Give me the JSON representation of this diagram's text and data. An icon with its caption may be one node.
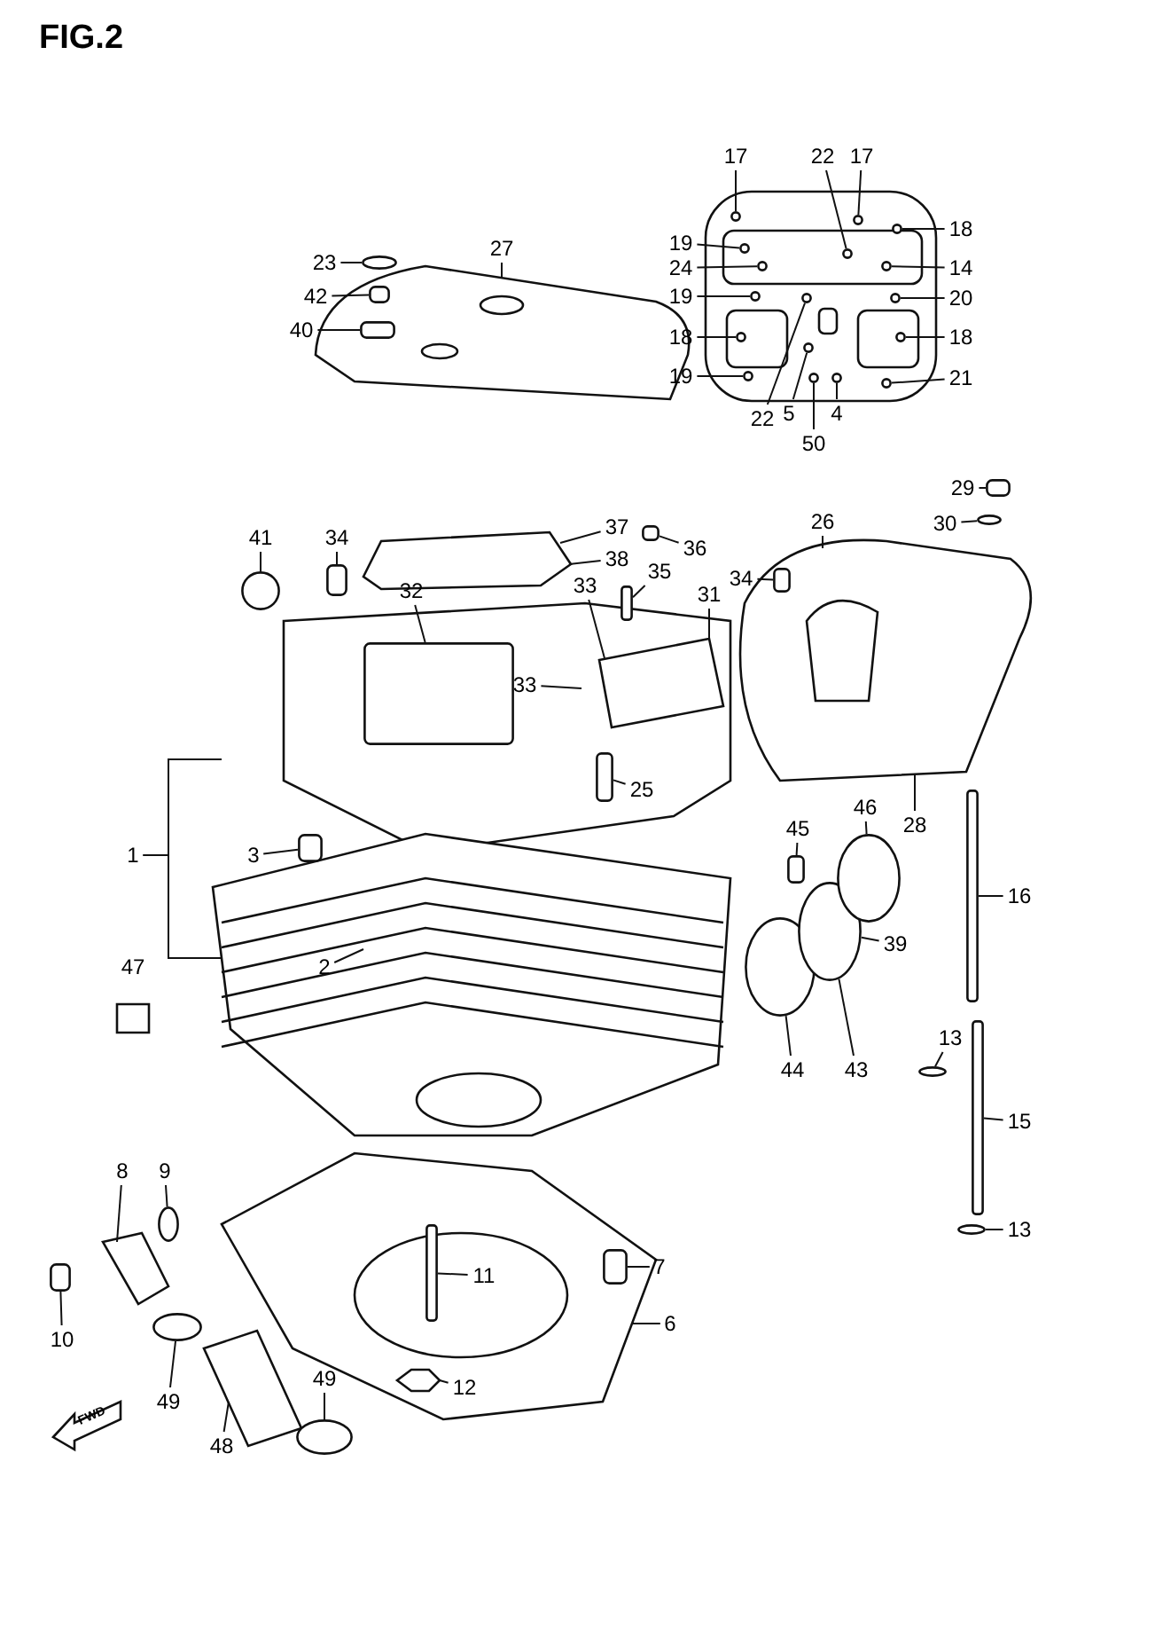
{
  "diagram": {
    "title": "FIG.2",
    "nodes": [
      {
        "text": [
          "23"
        ]
      },
      {
        "text": [
          "42"
        ]
      },
      {
        "text": [
          "40"
        ]
      },
      {
        "text": [
          "27"
        ]
      },
      {
        "text": [
          "17"
        ]
      },
      {
        "text": [
          "22"
        ]
      },
      {
        "text": [
          "17"
        ]
      },
      {
        "text": [
          "19"
        ]
      },
      {
        "text": [
          "18"
        ]
      },
      {
        "text": [
          "24"
        ]
      },
      {
        "text": [
          "14"
        ]
      },
      {
        "text": [
          "19"
        ]
      },
      {
        "text": [
          "20"
        ]
      },
      {
        "text": [
          "18"
        ]
      },
      {
        "text": [
          "18"
        ]
      },
      {
        "text": [
          "19"
        ]
      },
      {
        "text": [
          "21"
        ]
      },
      {
        "text": [
          "22"
        ]
      },
      {
        "text": [
          "5"
        ]
      },
      {
        "text": [
          "50"
        ]
      },
      {
        "text": [
          "4"
        ]
      },
      {
        "text": [
          "29"
        ]
      },
      {
        "text": [
          "26"
        ]
      },
      {
        "text": [
          "30"
        ]
      },
      {
        "text": [
          "41"
        ]
      },
      {
        "text": [
          "37"
        ]
      },
      {
        "text": [
          "36"
        ]
      },
      {
        "text": [
          "38"
        ]
      },
      {
        "text": [
          "35"
        ]
      },
      {
        "text": [
          "34"
        ]
      },
      {
        "text": [
          "34"
        ]
      },
      {
        "text": [
          "32"
        ]
      },
      {
        "text": [
          "33"
        ]
      },
      {
        "text": [
          "31"
        ]
      },
      {
        "text": [
          "33"
        ]
      },
      {
        "text": [
          "25"
        ]
      },
      {
        "text": [
          "28"
        ]
      },
      {
        "text": [
          "45"
        ]
      },
      {
        "text": [
          "46"
        ]
      },
      {
        "text": [
          "1"
        ]
      },
      {
        "text": [
          "3"
        ]
      },
      {
        "text": [
          "16"
        ]
      },
      {
        "text": [
          "39"
        ]
      },
      {
        "text": [
          "2"
        ],
        "in": 92
      },
      {
        "text": [
          "47"
        ]
      },
      {
        "text": [
          "13"
        ]
      },
      {
        "text": [
          "44"
        ]
      },
      {
        "text": [
          "43"
        ]
      },
      {
        "text": [
          "15"
        ]
      },
      {
        "text": [
          "8"
        ]
      },
      {
        "text": [
          "9"
        ]
      },
      {
        "text": [
          "13"
        ]
      },
      {
        "text": [
          "7"
        ]
      },
      {
        "text": [
          "11"
        ],
        "in": 106
      },
      {
        "text": [
          "10"
        ]
      },
      {
        "text": [
          "6"
        ]
      },
      {
        "text": [
          "49"
        ]
      },
      {
        "text": [
          "12"
        ],
        "in": 106
      },
      {
        "text": [
          "49"
        ]
      },
      {
        "text": [
          "48"
        ]
      },
      {
        "text": [],
        "shape": "circle"
      },
      {
        "text": [],
        "shape": "box",
        "in": 63
      },
      {
        "text": [],
        "shape": "box",
        "in": 63
      },
      {
        "text": [],
        "shape": "picture"
      },
      {
        "text": [],
        "shape": "circle"
      },
      {
        "text": [],
        "shape": "circle"
      },
      {
        "text": [],
        "shape": "circle"
      },
      {
        "text": [],
        "shape": "circle"
      },
      {
        "text": [],
        "shape": "circle"
      },
      {
        "text": [],
        "shape": "circle"
      },
      {
        "text": [],
        "shape": "circle"
      },
      {
        "text": [],
        "shape": "circle"
      },
      {
        "text": [],
        "shape": "circle"
      },
      {
        "text": [],
        "shape": "circle"
      },
      {
        "text": [],
        "shape": "circle"
      },
      {
        "text": [],
        "shape": "circle"
      },
      {
        "text": [],
        "shape": "circle"
      },
      {
        "text": [],
        "shape": "circle"
      },
      {
        "text": [],
        "shape": "circle"
      },
      {
        "text": [],
        "shape": "circle"
      },
      {
        "text": [],
        "shape": "circle"
      },
      {
        "text": [],
        "shape": "box"
      },
      {
        "text": [],
        "shape": "picture"
      },
      {
        "text": [],
        "shape": "circle"
      },
      {
        "text": [],
        "shape": "circle"
      },
      {
        "text": [],
        "shape": "picture"
      },
      {
        "text": [],
        "shape": "box"
      },
      {
        "text": [],
        "shape": "box"
      },
      {
        "text": [],
        "shape": "box"
      },
      {
        "text": [],
        "shape": "box",
        "in": 82
      },
      {
        "text": [],
        "shape": "box"
      },
      {
        "text": [],
        "shape": "picture"
      },
      {
        "text": [],
        "shape": "picture"
      },
      {
        "text": [],
        "shape": "box",
        "in": 92
      },
      {
        "text": [],
        "shape": "box"
      },
      {
        "text": [],
        "shape": "box"
      },
      {
        "text": [],
        "shape": "box"
      },
      {
        "text": [],
        "shape": "circle"
      },
      {
        "text": [],
        "shape": "circle"
      },
      {
        "text": [],
        "shape": "box"
      },
      {
        "text": [],
        "shape": "circle"
      },
      {
        "text": [],
        "shape": "circle"
      },
      {
        "text": [],
        "shape": "circle"
      },
      {
        "text": [],
        "shape": "picture"
      },
      {
        "text": [],
        "shape": "circle"
      },
      {
        "text": [],
        "shape": "box"
      },
      {
        "text": [],
        "shape": "picture"
      },
      {
        "text": [],
        "shape": "box",
        "in": 106
      },
      {
        "text": [],
        "shape": "box",
        "in": 106
      },
      {
        "text": [],
        "shape": "picture",
        "in": 106
      },
      {
        "text": [],
        "shape": "circle"
      },
      {
        "text": [],
        "shape": "picture"
      },
      {
        "text": [],
        "shape": "circle"
      }
    ],
    "edges": [
      {
        "from": 0,
        "to": 60,
        "arrow": "none"
      },
      {
        "from": 1,
        "to": 61,
        "arrow": "none"
      },
      {
        "from": 2,
        "to": 62,
        "arrow": "none"
      },
      {
        "from": 3,
        "to": 63,
        "arrow": "none"
      },
      {
        "from": 4,
        "to": 64,
        "arrow": "none"
      },
      {
        "from": 5,
        "to": 65,
        "arrow": "none"
      },
      {
        "from": 6,
        "to": 66,
        "arrow": "none"
      },
      {
        "from": 7,
        "to": 67,
        "arrow": "none"
      },
      {
        "from": 8,
        "to": 68,
        "arrow": "none"
      },
      {
        "from": 9,
        "to": 69,
        "arrow": "none"
      },
      {
        "from": 10,
        "to": 70,
        "arrow": "none"
      },
      {
        "from": 11,
        "to": 71,
        "arrow": "none"
      },
      {
        "from": 12,
        "to": 72,
        "arrow": "none"
      },
      {
        "from": 13,
        "to": 73,
        "arrow": "none"
      },
      {
        "from": 14,
        "to": 74,
        "arrow": "none"
      },
      {
        "from": 15,
        "to": 75,
        "arrow": "none"
      },
      {
        "from": 16,
        "to": 76,
        "arrow": "none"
      },
      {
        "from": 17,
        "to": 77,
        "arrow": "none"
      },
      {
        "from": 18,
        "to": 78,
        "arrow": "none"
      },
      {
        "from": 19,
        "to": 79,
        "arrow": "none"
      },
      {
        "from": 20,
        "to": 80,
        "arrow": "none"
      },
      {
        "from": 21,
        "to": 81,
        "arrow": "none"
      },
      {
        "from": 22,
        "to": 82,
        "arrow": "none"
      },
      {
        "from": 23,
        "to": 83,
        "arrow": "none"
      },
      {
        "from": 24,
        "to": 84,
        "arrow": "none"
      },
      {
        "from": 25,
        "to": 85,
        "arrow": "none"
      },
      {
        "from": 26,
        "to": 86,
        "arrow": "none"
      },
      {
        "from": 27,
        "to": 85,
        "arrow": "none"
      },
      {
        "from": 28,
        "to": 87,
        "arrow": "none"
      },
      {
        "from": 29,
        "to": 88,
        "arrow": "none"
      },
      {
        "from": 30,
        "to": 89,
        "arrow": "none"
      },
      {
        "from": 31,
        "to": 90,
        "arrow": "none"
      },
      {
        "from": 32,
        "to": 91,
        "arrow": "none"
      },
      {
        "from": 33,
        "to": 91,
        "arrow": "none"
      },
      {
        "from": 34,
        "to": 92,
        "arrow": "none"
      },
      {
        "from": 35,
        "to": 94,
        "arrow": "none"
      },
      {
        "from": 36,
        "to": 82,
        "arrow": "none"
      },
      {
        "from": 37,
        "to": 99,
        "arrow": "none"
      },
      {
        "from": 38,
        "to": 100,
        "arrow": "none"
      },
      {
        "from": 39,
        "to": 92,
        "arrow": "none"
      },
      {
        "from": 40,
        "to": 93,
        "arrow": "none"
      },
      {
        "from": 41,
        "to": 95,
        "arrow": "none"
      },
      {
        "from": 42,
        "to": 101,
        "arrow": "none"
      },
      {
        "from": 43,
        "to": 92,
        "arrow": "none"
      },
      {
        "from": 45,
        "to": 97,
        "arrow": "none"
      },
      {
        "from": 46,
        "to": 102,
        "arrow": "none"
      },
      {
        "from": 47,
        "to": 101,
        "arrow": "none"
      },
      {
        "from": 48,
        "to": 96,
        "arrow": "none"
      },
      {
        "from": 49,
        "to": 103,
        "arrow": "none"
      },
      {
        "from": 50,
        "to": 104,
        "arrow": "none"
      },
      {
        "from": 51,
        "to": 98,
        "arrow": "none"
      },
      {
        "from": 52,
        "to": 108,
        "arrow": "none"
      },
      {
        "from": 53,
        "to": 107,
        "arrow": "none"
      },
      {
        "from": 54,
        "to": 105,
        "arrow": "none"
      },
      {
        "from": 55,
        "to": 106,
        "arrow": "none"
      },
      {
        "from": 56,
        "to": 112,
        "arrow": "none"
      },
      {
        "from": 57,
        "to": 109,
        "arrow": "none"
      },
      {
        "from": 58,
        "to": 110,
        "arrow": "none"
      },
      {
        "from": 59,
        "to": 111,
        "arrow": "none"
      }
    ],
    "labels": [
      "FWD"
    ]
  }
}
